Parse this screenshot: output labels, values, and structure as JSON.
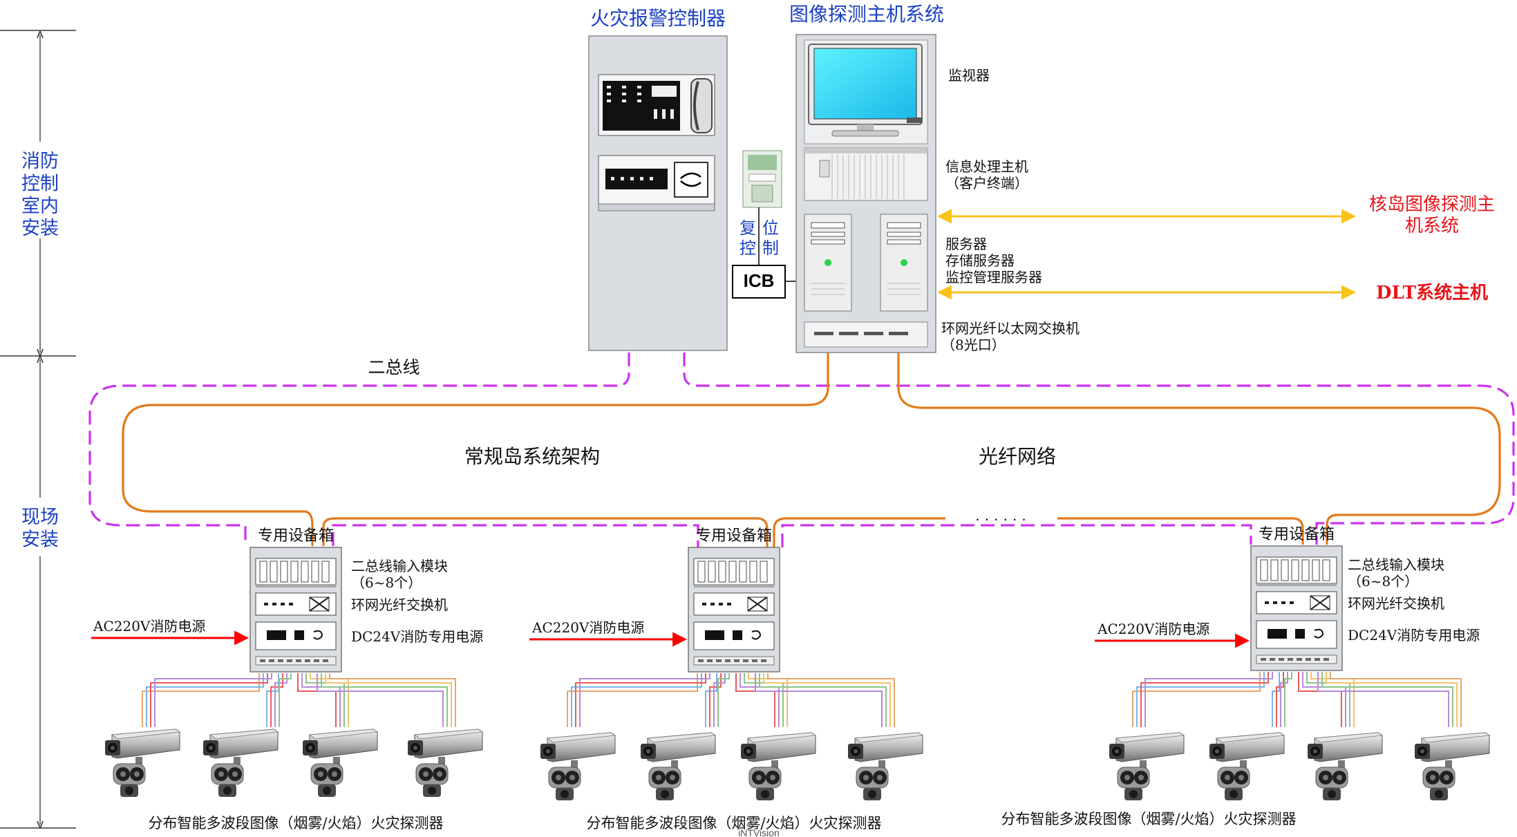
{
  "zones": {
    "control_room": "消防\n控制\n室内\n安装",
    "field": "现场\n安装"
  },
  "fire_panel": {
    "title": "火灾报警控制器",
    "reset_label": "复\n控",
    "control_label": "位\n制",
    "icb_label": "ICB"
  },
  "image_host": {
    "title": "图像探测主机系统",
    "monitor": "监视器",
    "info_host": "信息处理主机\n（客户终端）",
    "servers": "服务器\n存储服务器\n监控管理服务器",
    "switch": "环网光纤以太网交换机\n（8光口）"
  },
  "external": {
    "nuclear_host": "核岛图像探测主\n机系统",
    "dlt_host": "DLT系统主机"
  },
  "network": {
    "bus_label": "二总线",
    "conventional_arch": "常规岛系统架构",
    "fiber_network": "光纤网络",
    "ellipsis": "· · · · · ·"
  },
  "field_boxes": [
    {
      "title": "专用设备箱",
      "bus_module": "二总线输入模块\n（6~8个）",
      "ring_switch": "环网光纤交换机",
      "dc_power": "DC24V消防专用电源",
      "ac_power": "AC220V消防电源",
      "detector_caption": "分布智能多波段图像（烟雾/火焰）火灾探测器"
    },
    {
      "title": "专用设备箱",
      "ac_power": "AC220V消防电源",
      "detector_caption": "分布智能多波段图像（烟雾/火焰）火灾探测器"
    },
    {
      "title": "专用设备箱",
      "bus_module": "二总线输入模块\n（6~8个）",
      "ring_switch": "环网光纤交换机",
      "dc_power": "DC24V消防专用电源",
      "ac_power": "AC220V消防电源",
      "detector_caption": "分布智能多波段图像（烟雾/火焰）火灾探测器"
    }
  ],
  "watermark": "iNTVision",
  "colors": {
    "title_blue": "#1a3fc4",
    "external_red": "#e8141a",
    "bus_magenta": "#cc33ee",
    "fiber_orange": "#e37a1c",
    "arrow_yellow": "#f7c21a",
    "power_red": "#ff0000",
    "cabinet_gray": "#dadde1"
  }
}
